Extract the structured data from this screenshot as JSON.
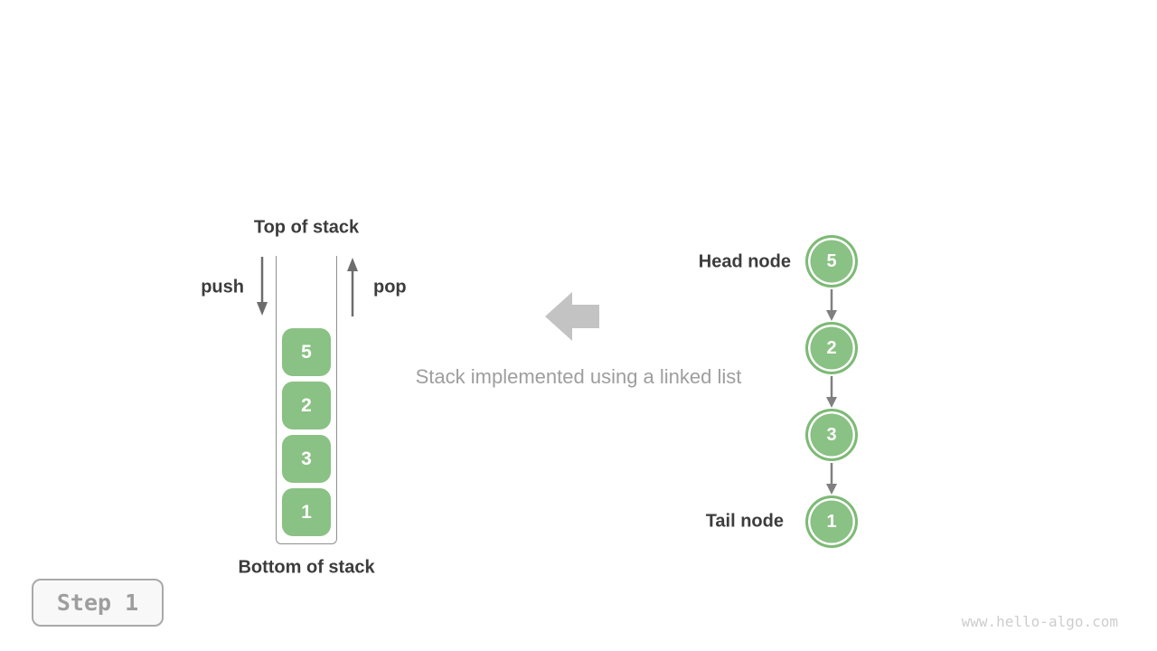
{
  "colors": {
    "node_green": "#8ac184",
    "node_ring_green": "#7eba76",
    "dark_text": "#3c3c3c",
    "flow_arrow_gray": "#6d6d6d",
    "link_arrow_gray": "#808080",
    "block_arrow_gray": "#c3c3c3",
    "muted_text": "#9e9e9e",
    "container_border": "#8f8f8f",
    "watermark_text": "#cdcdcd"
  },
  "stack_panel": {
    "top_label": "Top of stack",
    "bottom_label": "Bottom of stack",
    "push_label": "push",
    "pop_label": "pop",
    "items": [
      "5",
      "2",
      "3",
      "1"
    ]
  },
  "caption": "Stack implemented using a linked list",
  "linked_list_panel": {
    "head_label": "Head node",
    "tail_label": "Tail node",
    "nodes": [
      "5",
      "2",
      "3",
      "1"
    ]
  },
  "footer": {
    "step_label": "Step 1",
    "watermark": "www.hello-algo.com"
  }
}
